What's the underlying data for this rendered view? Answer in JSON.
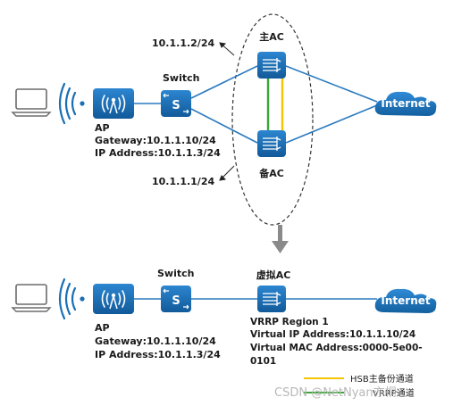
{
  "top": {
    "switch_label": "Switch",
    "ap_name": "AP",
    "ap_gateway": "Gateway:10.1.1.10/24",
    "ap_ip": "IP Address:10.1.1.3/24",
    "master_ac_label": "主AC",
    "master_ac_ip": "10.1.1.2/24",
    "backup_ac_label": "备AC",
    "backup_ac_ip": "10.1.1.1/24",
    "internet_label": "Internet"
  },
  "bottom": {
    "switch_label": "Switch",
    "virtual_ac_label": "虚拟AC",
    "ap_name": "AP",
    "ap_gateway": "Gateway:10.1.1.10/24",
    "ap_ip": "IP Address:10.1.1.3/24",
    "vrrp_region": "VRRP Region 1",
    "virtual_ip": "Virtual IP Address:10.1.1.10/24",
    "virtual_mac_line1": "Virtual MAC Address:0000-5e00-",
    "virtual_mac_line2": "0101",
    "internet_label": "Internet"
  },
  "legend": {
    "hsb_label": "HSB主备份通道",
    "vrrp_label": "VRRP通道",
    "hsb_color": "#f5c400",
    "vrrp_color": "#3aa835"
  },
  "watermark": "CSDN @NetNyan亦桐",
  "colors": {
    "device_blue": "#1a6fb5",
    "link_blue": "#2a7ac0",
    "arrow_gray": "#8a8a8a"
  },
  "icons": {
    "laptop": "laptop-icon",
    "ap": "access-point-icon",
    "switch": "switch-icon",
    "ac": "access-controller-icon",
    "cloud": "internet-cloud-icon",
    "arrow": "arrow-down-icon"
  }
}
